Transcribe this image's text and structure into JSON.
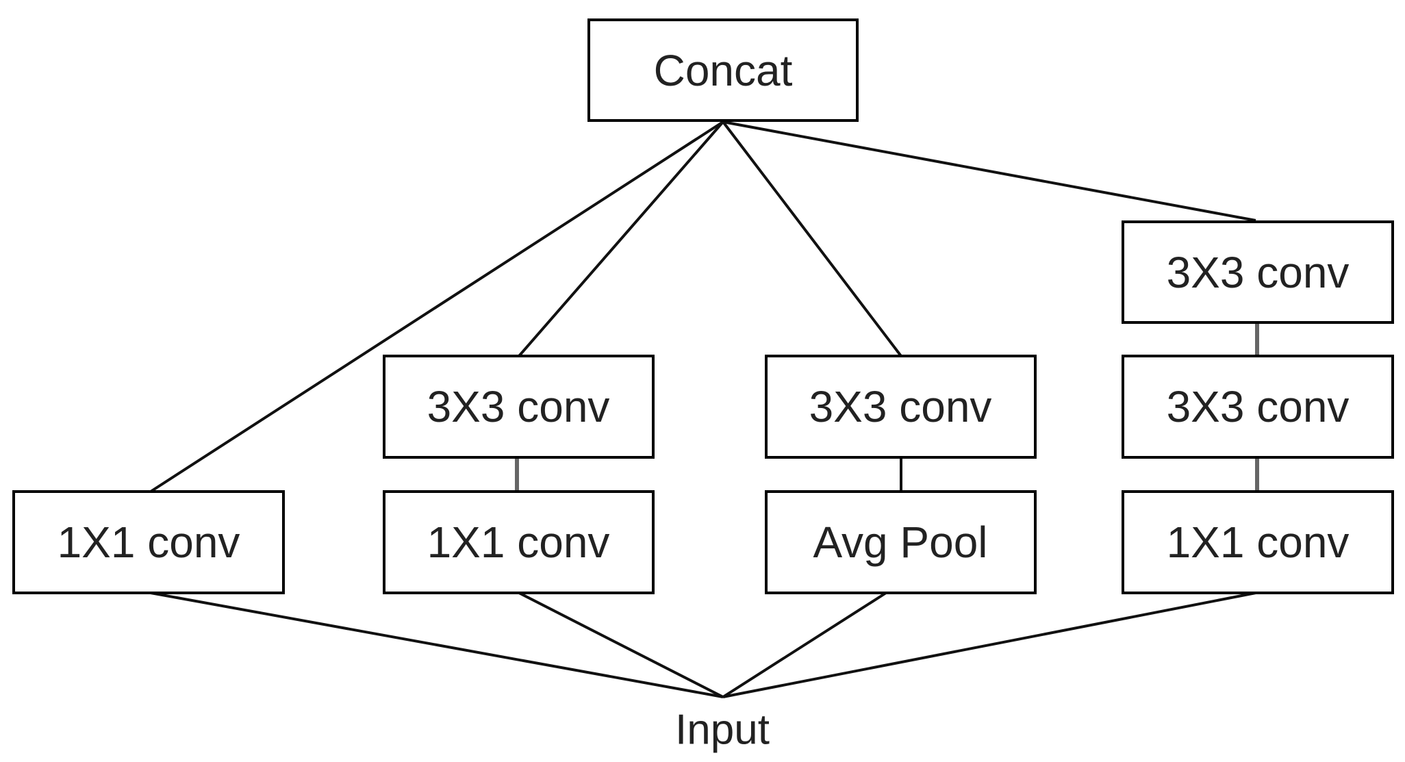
{
  "diagram": {
    "nodes": {
      "concat": "Concat",
      "b1_conv1x1": "1X1 conv",
      "b2_conv1x1": "1X1 conv",
      "b2_conv3x3": "3X3 conv",
      "b3_avgpool": "Avg Pool",
      "b3_conv3x3": "3X3 conv",
      "b4_conv1x1": "1X1 conv",
      "b4_conv3x3_a": "3X3 conv",
      "b4_conv3x3_b": "3X3 conv"
    },
    "input_label": "Input"
  }
}
